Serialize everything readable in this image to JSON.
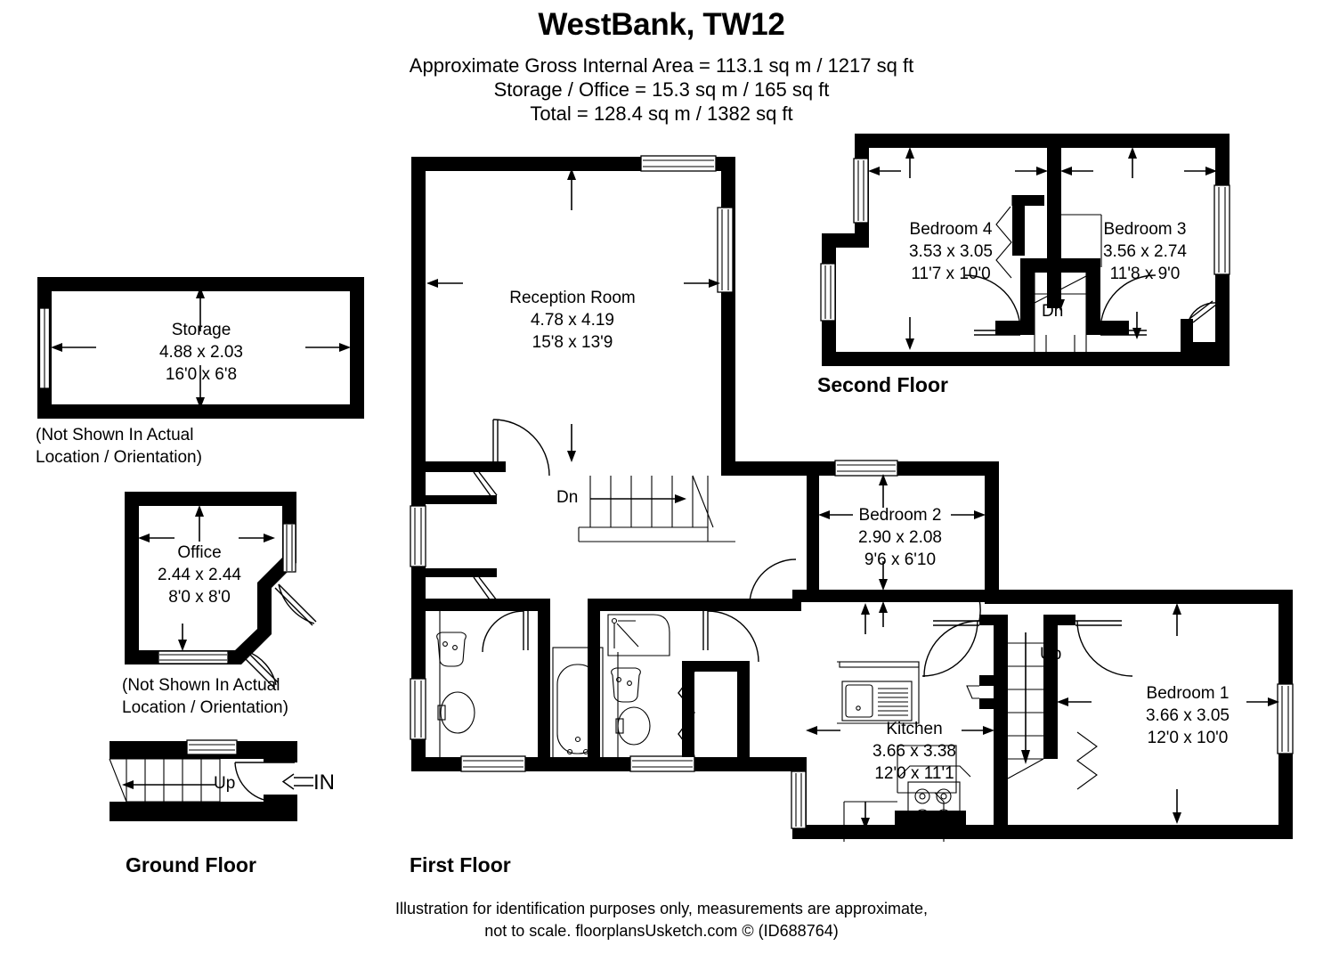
{
  "header": {
    "title": "WestBank, TW12",
    "line1": "Approximate Gross Internal Area = 113.1 sq m / 1217 sq ft",
    "line2": "Storage / Office = 15.3 sq m / 165 sq ft",
    "line3": "Total = 128.4 sq m / 1382 sq ft"
  },
  "footer": {
    "line1": "Illustration for identification purposes only, measurements are approximate,",
    "line2": "not to scale. floorplansUsketch.com © (ID688764)"
  },
  "floors": {
    "ground": "Ground Floor",
    "first": "First Floor",
    "second": "Second Floor"
  },
  "notes": {
    "storage_note_l1": "(Not Shown In Actual",
    "storage_note_l2": "Location / Orientation)",
    "office_note_l1": "(Not Shown In Actual",
    "office_note_l2": "Location / Orientation)"
  },
  "stairs": {
    "ground_up": "Up",
    "ground_in": "IN",
    "first_dn": "Dn",
    "first_up": "Up",
    "second_dn": "Dn"
  },
  "rooms": [
    {
      "key": "storage",
      "name": "Storage",
      "metric": "4.88 x 2.03",
      "imperial": "16'0 x 6'8"
    },
    {
      "key": "office",
      "name": "Office",
      "metric": "2.44 x 2.44",
      "imperial": "8'0 x 8'0"
    },
    {
      "key": "reception",
      "name": "Reception Room",
      "metric": "4.78 x 4.19",
      "imperial": "15'8 x 13'9"
    },
    {
      "key": "kitchen",
      "name": "Kitchen",
      "metric": "3.66 x 3.38",
      "imperial": "12'0 x 11'1"
    },
    {
      "key": "bedroom1",
      "name": "Bedroom 1",
      "metric": "3.66 x 3.05",
      "imperial": "12'0 x 10'0"
    },
    {
      "key": "bedroom2",
      "name": "Bedroom 2",
      "metric": "2.90 x 2.08",
      "imperial": "9'6 x 6'10"
    },
    {
      "key": "bedroom3",
      "name": "Bedroom 3",
      "metric": "3.56 x 2.74",
      "imperial": "11'8 x 9'0"
    },
    {
      "key": "bedroom4",
      "name": "Bedroom 4",
      "metric": "3.53 x 3.05",
      "imperial": "11'7 x 10'0"
    }
  ],
  "colors": {
    "wall": "#000000",
    "background": "#ffffff",
    "text": "#000000"
  }
}
